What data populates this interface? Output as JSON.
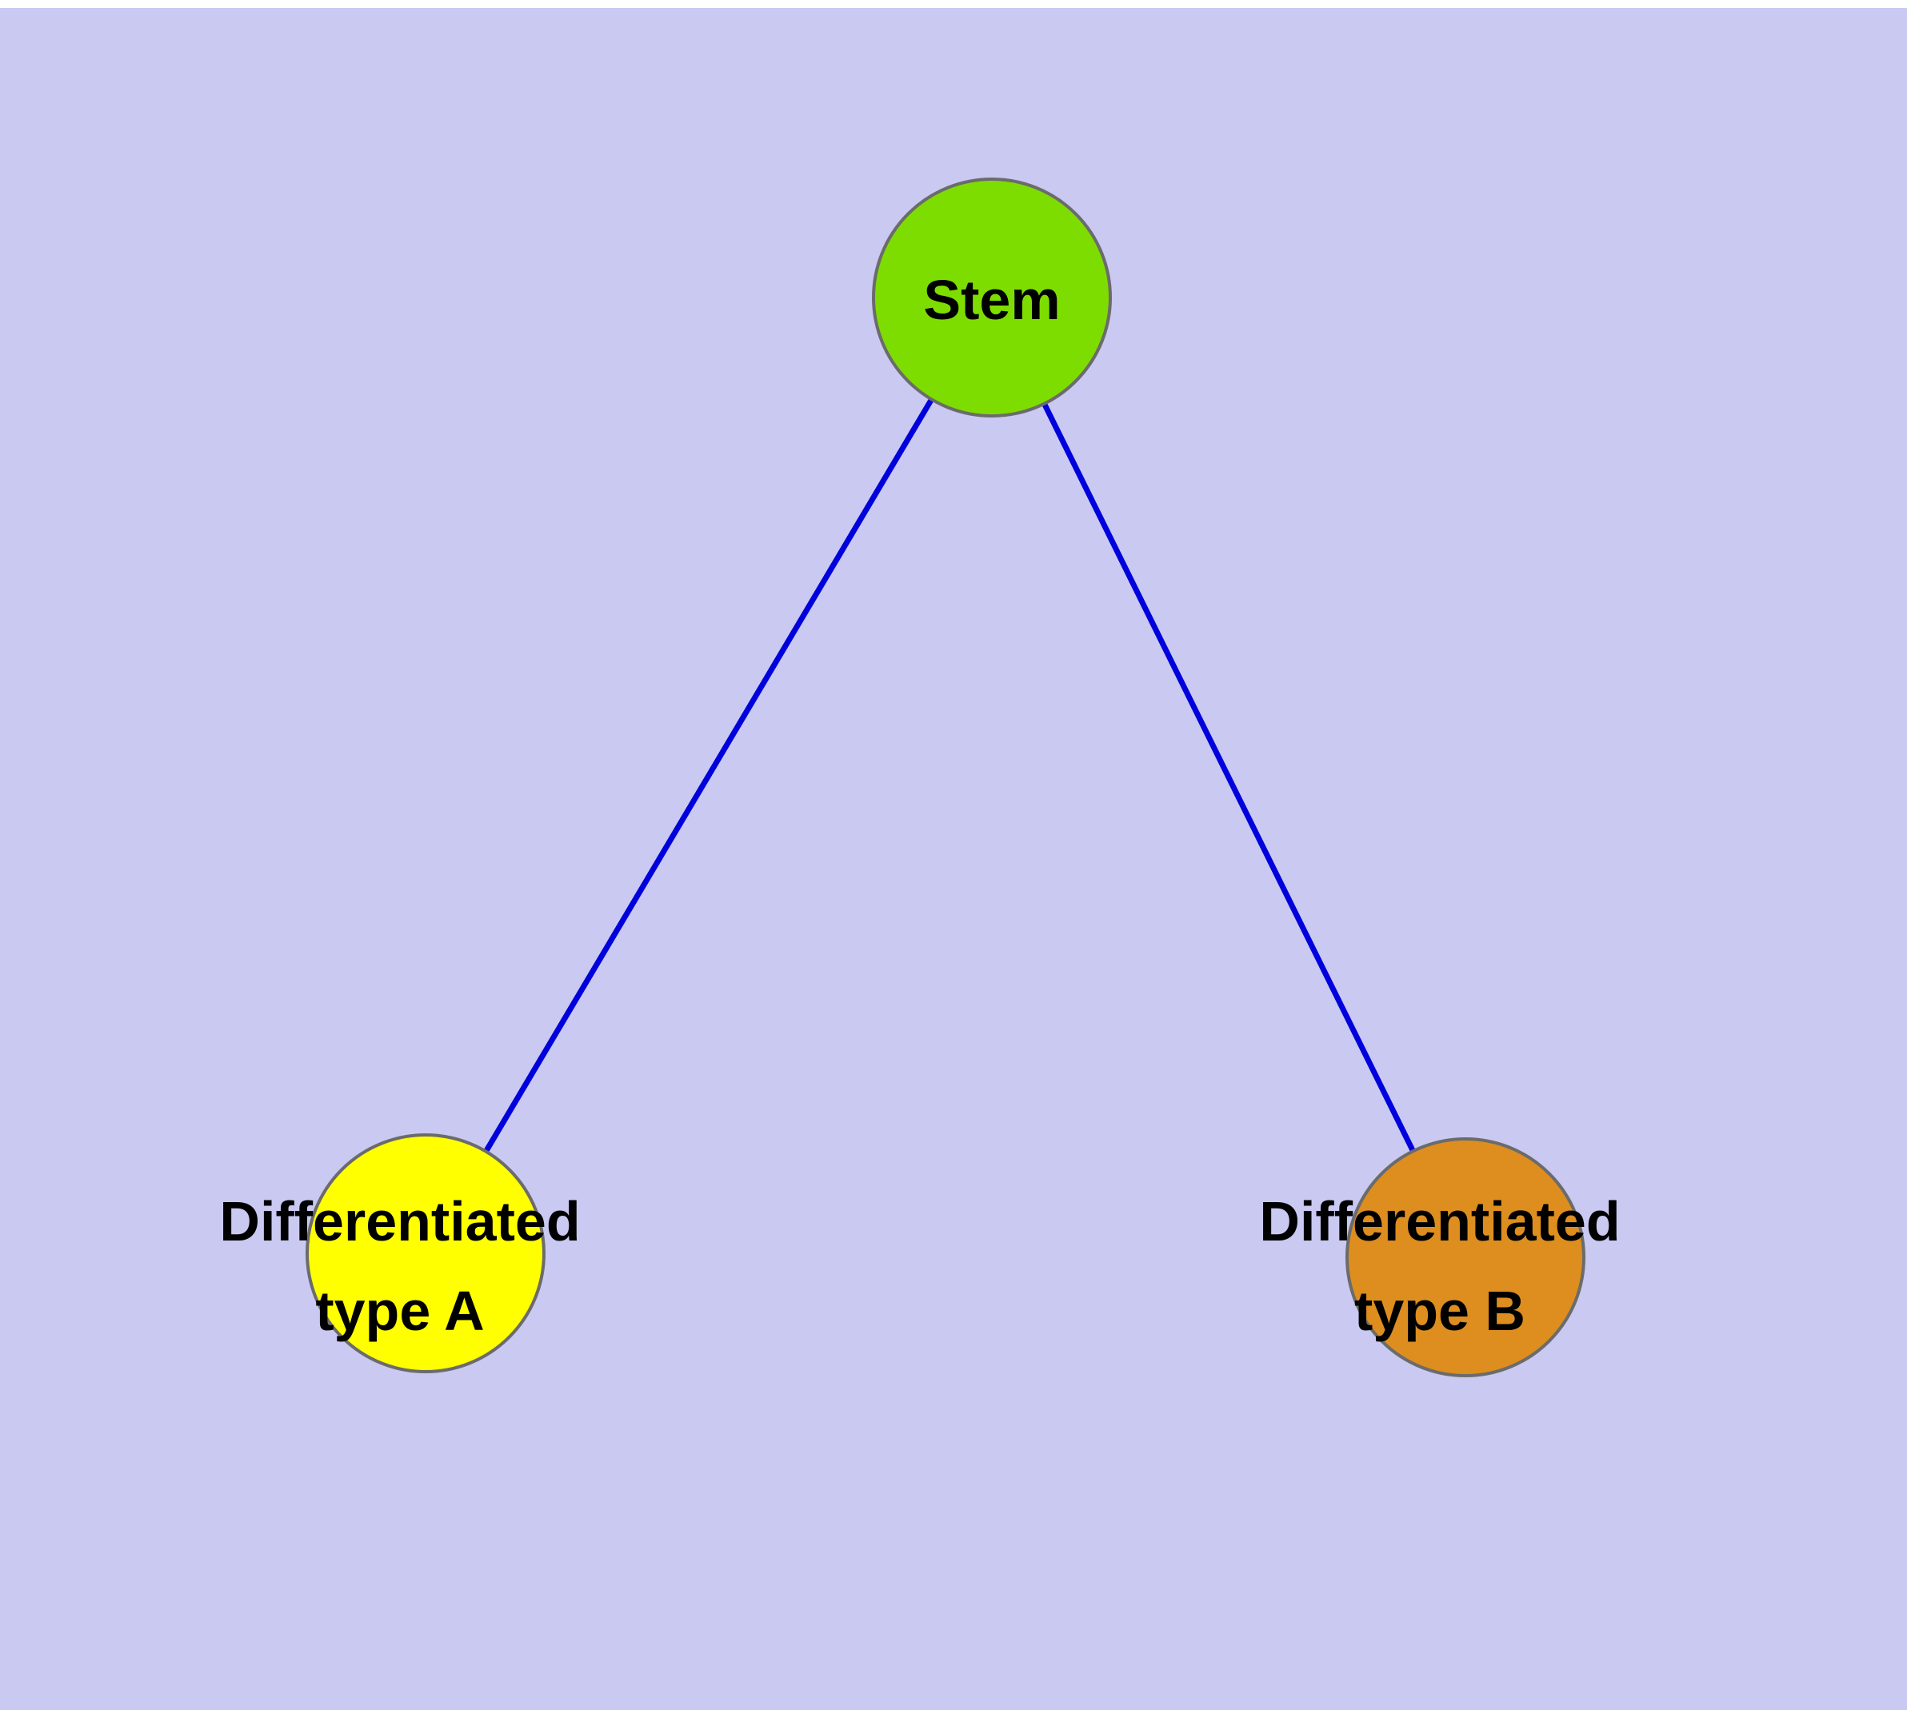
{
  "diagram": {
    "title": "",
    "background_color": "#c9c9f2",
    "edge_color": "#0000dd",
    "node_border_color": "#6b6b6b",
    "nodes": {
      "stem": {
        "label": "Stem",
        "color": "#7edd00"
      },
      "type_a": {
        "label_line1": "Differentiated",
        "label_line2": "type A",
        "color": "#ffff00"
      },
      "type_b": {
        "label_line1": "Differentiated",
        "label_line2": "type B",
        "color": "#dd8e1f"
      }
    },
    "edges": [
      {
        "from": "stem",
        "to": "type_a"
      },
      {
        "from": "stem",
        "to": "type_b"
      }
    ]
  }
}
